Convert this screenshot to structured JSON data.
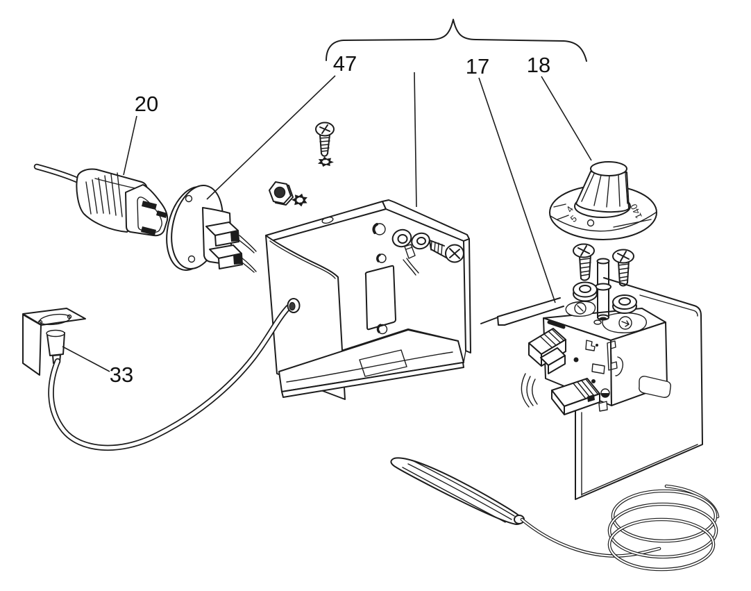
{
  "diagram": {
    "background": "#ffffff",
    "line_color": "#1c1c1c",
    "callouts": [
      {
        "label": "20"
      },
      {
        "label": "47"
      },
      {
        "label": "17"
      },
      {
        "label": "18"
      },
      {
        "label": "33"
      }
    ],
    "knob": {
      "markings": [
        "4",
        "5",
        "140"
      ]
    }
  }
}
